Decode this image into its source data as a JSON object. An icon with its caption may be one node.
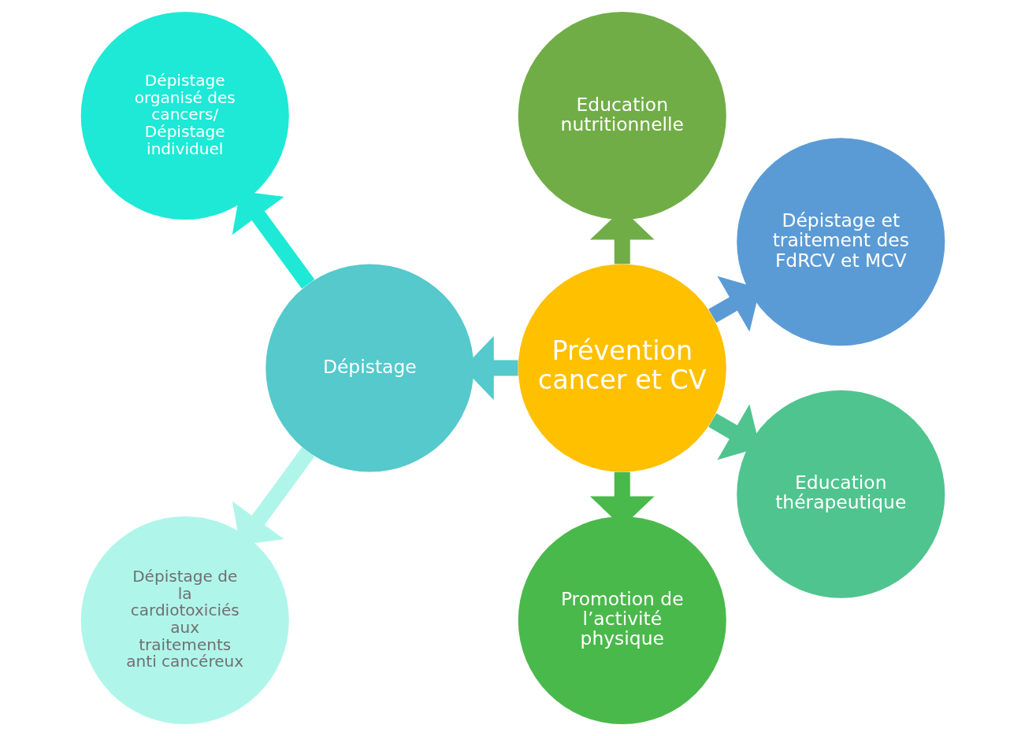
{
  "diagram": {
    "nodes": [
      {
        "text": [
          "Prévention cancer et CV"
        ]
      },
      {
        "text": [
          "Dépistage et traitement des FdRCV et MCV"
        ]
      },
      {
        "text": [
          "Education nutritionnelle"
        ]
      },
      {
        "text": [
          "Dépistage"
        ]
      },
      {
        "text": [
          "Dépistage organisé des cancers/ Dépistage individuel"
        ]
      },
      {
        "text": [
          "Dépistage de la cardiotoxiciés aux traitements anti cancéreux"
        ]
      },
      {
        "text": [
          "Promotion de l’activité physique"
        ]
      },
      {
        "text": [
          "Education thérapeutique"
        ]
      }
    ],
    "edges": [
      {
        "from": 0,
        "to": 1,
        "arrow": "to",
        "color": "#5b9bd5"
      },
      {
        "from": 0,
        "to": 2,
        "arrow": "to",
        "color": "#70ad47"
      },
      {
        "from": 0,
        "to": 3,
        "arrow": "to",
        "color": "#55c9cc"
      },
      {
        "from": 3,
        "to": 4,
        "arrow": "to",
        "color": "#1de9d6"
      },
      {
        "from": 3,
        "to": 5,
        "arrow": "to",
        "color": "#b0f5ea"
      },
      {
        "from": 0,
        "to": 6,
        "arrow": "to",
        "color": "#4ab94b"
      },
      {
        "from": 0,
        "to": 7,
        "arrow": "to",
        "color": "#4fc48e"
      }
    ]
  }
}
